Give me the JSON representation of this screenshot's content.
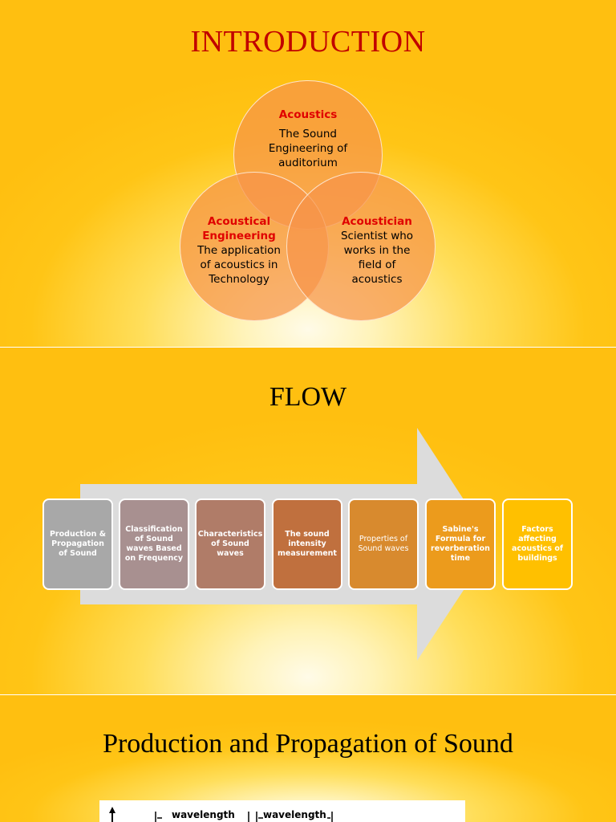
{
  "slide1": {
    "title": "INTRODUCTION",
    "circles": [
      {
        "heading": "Acoustics",
        "lines": [
          "The Sound",
          "Engineering of",
          "auditorium"
        ]
      },
      {
        "heading": "Acoustical Engineering",
        "heading_lines": [
          "Acoustical",
          "Engineering"
        ],
        "lines": [
          "The application",
          "of acoustics in",
          "Technology"
        ]
      },
      {
        "heading": "Acoustician",
        "lines": [
          "Scientist who",
          "works in the",
          "field of",
          "acoustics"
        ]
      }
    ],
    "colors": {
      "heading": "#e00000",
      "circle": "#f79449",
      "title": "#c00000"
    }
  },
  "slide2": {
    "title": "FLOW",
    "steps": [
      {
        "label": "Production & Propagation of Sound",
        "color": "#a8a8a8"
      },
      {
        "label": "Classification of Sound waves Based on Frequency",
        "color": "#a89090"
      },
      {
        "label": "Characteristics of Sound waves",
        "color": "#b07c68"
      },
      {
        "label": "The sound intensity measurement",
        "color": "#c0703e"
      },
      {
        "label": "Properties of Sound waves",
        "color": "#d88a2e"
      },
      {
        "label": "Sabine's Formula for reverberation time",
        "color": "#ec9b1c"
      },
      {
        "label": "Factors affecting acoustics of buildings",
        "color": "#ffc000"
      }
    ]
  },
  "slide3": {
    "title": "Production and Propagation of Sound",
    "figure_labels": [
      "wavelength",
      "wavelength"
    ]
  }
}
